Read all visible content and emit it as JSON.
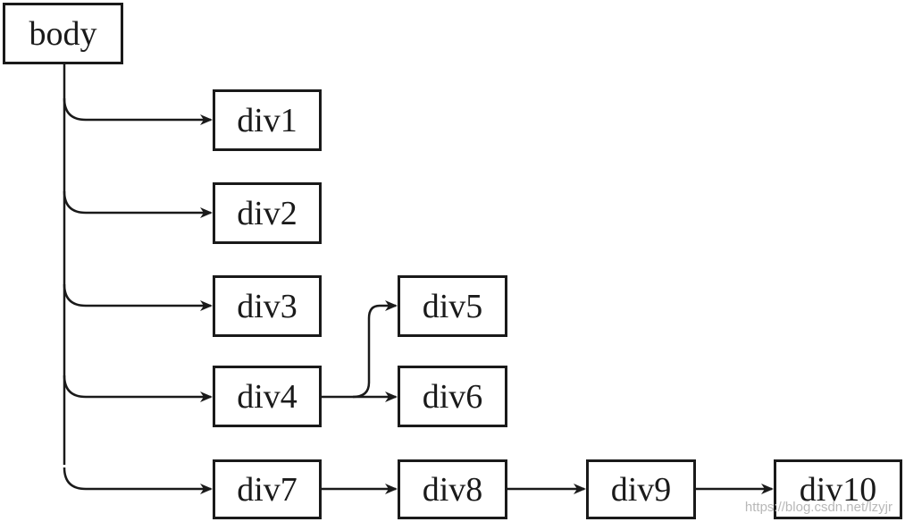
{
  "diagram": {
    "nodes": {
      "body": "body",
      "div1": "div1",
      "div2": "div2",
      "div3": "div3",
      "div4": "div4",
      "div5": "div5",
      "div6": "div6",
      "div7": "div7",
      "div8": "div8",
      "div9": "div9",
      "div10": "div10"
    },
    "edges": [
      {
        "from": "body",
        "to": "div1"
      },
      {
        "from": "body",
        "to": "div2"
      },
      {
        "from": "body",
        "to": "div3"
      },
      {
        "from": "body",
        "to": "div4"
      },
      {
        "from": "body",
        "to": "div7"
      },
      {
        "from": "div4",
        "to": "div5"
      },
      {
        "from": "div4",
        "to": "div6"
      },
      {
        "from": "div7",
        "to": "div8"
      },
      {
        "from": "div8",
        "to": "div9"
      },
      {
        "from": "div9",
        "to": "div10"
      }
    ],
    "line_color": "#1a1a1a"
  },
  "watermark": "https://blog.csdn.net/lzyjr"
}
